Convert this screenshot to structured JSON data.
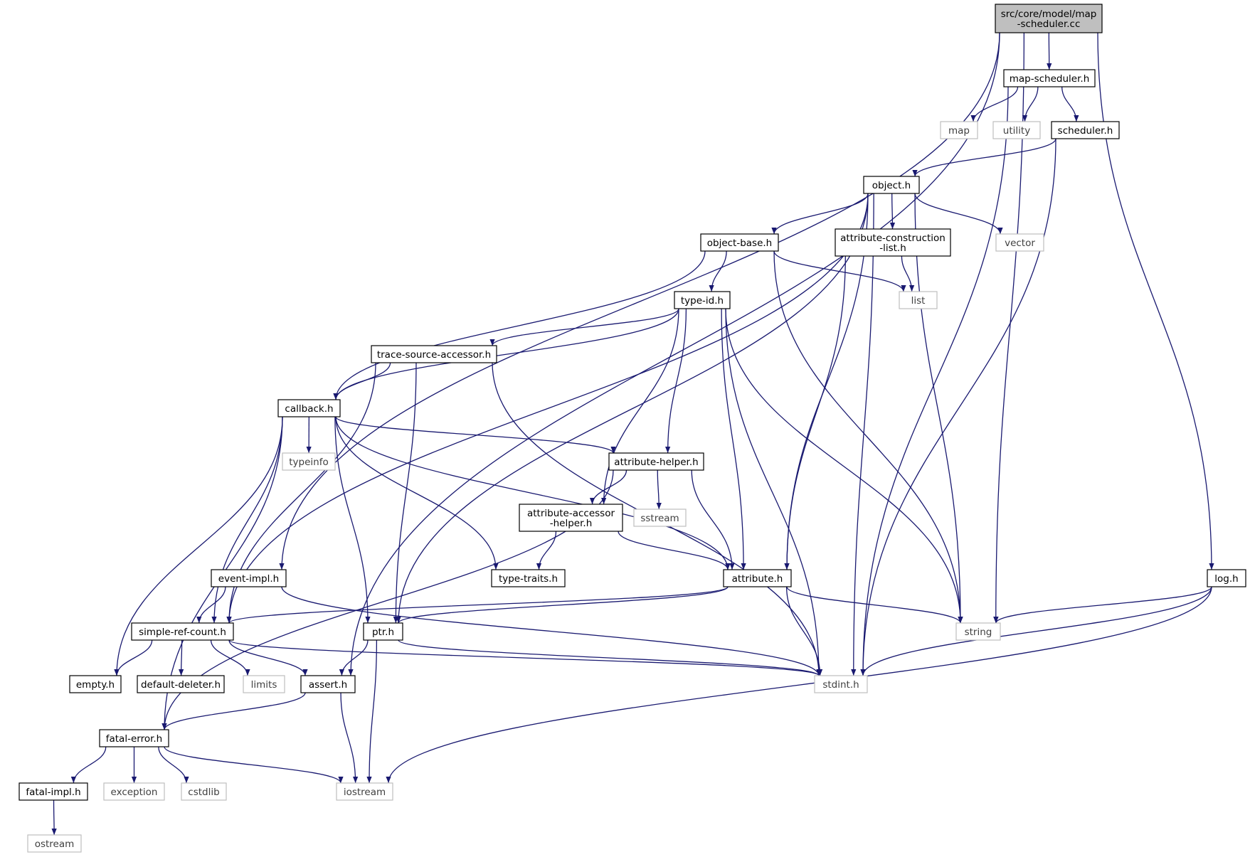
{
  "colors": {
    "edge": "#191970",
    "root_fill": "#bfbfbf",
    "node_border": "#000000",
    "external_border": "#bfbfbf",
    "external_text": "#404040",
    "text": "#000000"
  },
  "nodes": [
    {
      "id": "root",
      "lines": [
        "src/core/model/map",
        "-scheduler.cc"
      ],
      "kind": "root"
    },
    {
      "id": "map-scheduler",
      "lines": [
        "map-scheduler.h"
      ],
      "kind": "internal"
    },
    {
      "id": "map",
      "lines": [
        "map"
      ],
      "kind": "external"
    },
    {
      "id": "utility",
      "lines": [
        "utility"
      ],
      "kind": "external"
    },
    {
      "id": "scheduler",
      "lines": [
        "scheduler.h"
      ],
      "kind": "internal"
    },
    {
      "id": "object",
      "lines": [
        "object.h"
      ],
      "kind": "internal"
    },
    {
      "id": "object-base",
      "lines": [
        "object-base.h"
      ],
      "kind": "internal"
    },
    {
      "id": "attr-construction",
      "lines": [
        "attribute-construction",
        "-list.h"
      ],
      "kind": "internal"
    },
    {
      "id": "vector",
      "lines": [
        "vector"
      ],
      "kind": "external"
    },
    {
      "id": "list",
      "lines": [
        "list"
      ],
      "kind": "external"
    },
    {
      "id": "type-id",
      "lines": [
        "type-id.h"
      ],
      "kind": "internal"
    },
    {
      "id": "trace-source",
      "lines": [
        "trace-source-accessor.h"
      ],
      "kind": "internal"
    },
    {
      "id": "callback",
      "lines": [
        "callback.h"
      ],
      "kind": "internal"
    },
    {
      "id": "typeinfo",
      "lines": [
        "typeinfo"
      ],
      "kind": "external"
    },
    {
      "id": "attr-helper",
      "lines": [
        "attribute-helper.h"
      ],
      "kind": "internal"
    },
    {
      "id": "sstream",
      "lines": [
        "sstream"
      ],
      "kind": "external"
    },
    {
      "id": "attr-accessor",
      "lines": [
        "attribute-accessor",
        "-helper.h"
      ],
      "kind": "internal"
    },
    {
      "id": "event-impl",
      "lines": [
        "event-impl.h"
      ],
      "kind": "internal"
    },
    {
      "id": "type-traits",
      "lines": [
        "type-traits.h"
      ],
      "kind": "internal"
    },
    {
      "id": "attribute",
      "lines": [
        "attribute.h"
      ],
      "kind": "internal"
    },
    {
      "id": "log",
      "lines": [
        "log.h"
      ],
      "kind": "internal"
    },
    {
      "id": "simple-ref",
      "lines": [
        "simple-ref-count.h"
      ],
      "kind": "internal"
    },
    {
      "id": "ptr",
      "lines": [
        "ptr.h"
      ],
      "kind": "internal"
    },
    {
      "id": "string",
      "lines": [
        "string"
      ],
      "kind": "external"
    },
    {
      "id": "empty",
      "lines": [
        "empty.h"
      ],
      "kind": "internal"
    },
    {
      "id": "default-deleter",
      "lines": [
        "default-deleter.h"
      ],
      "kind": "internal"
    },
    {
      "id": "limits",
      "lines": [
        "limits"
      ],
      "kind": "external"
    },
    {
      "id": "assert",
      "lines": [
        "assert.h"
      ],
      "kind": "internal"
    },
    {
      "id": "stdint",
      "lines": [
        "stdint.h"
      ],
      "kind": "external"
    },
    {
      "id": "fatal-error",
      "lines": [
        "fatal-error.h"
      ],
      "kind": "internal"
    },
    {
      "id": "fatal-impl",
      "lines": [
        "fatal-impl.h"
      ],
      "kind": "internal"
    },
    {
      "id": "exception",
      "lines": [
        "exception"
      ],
      "kind": "external"
    },
    {
      "id": "cstdlib",
      "lines": [
        "cstdlib"
      ],
      "kind": "external"
    },
    {
      "id": "iostream",
      "lines": [
        "iostream"
      ],
      "kind": "external"
    },
    {
      "id": "ostream",
      "lines": [
        "ostream"
      ],
      "kind": "external"
    }
  ],
  "edges": [
    {
      "from": "root",
      "to": "map-scheduler"
    },
    {
      "from": "root",
      "to": "string"
    },
    {
      "from": "root",
      "to": "log"
    },
    {
      "from": "root",
      "to": "assert"
    },
    {
      "from": "root",
      "to": "event-impl"
    },
    {
      "from": "map-scheduler",
      "to": "map"
    },
    {
      "from": "map-scheduler",
      "to": "utility"
    },
    {
      "from": "map-scheduler",
      "to": "scheduler"
    },
    {
      "from": "map-scheduler",
      "to": "stdint"
    },
    {
      "from": "scheduler",
      "to": "object"
    },
    {
      "from": "scheduler",
      "to": "stdint"
    },
    {
      "from": "object",
      "to": "object-base"
    },
    {
      "from": "object",
      "to": "attr-construction"
    },
    {
      "from": "object",
      "to": "vector"
    },
    {
      "from": "object",
      "to": "string"
    },
    {
      "from": "object",
      "to": "stdint"
    },
    {
      "from": "object",
      "to": "ptr"
    },
    {
      "from": "object",
      "to": "simple-ref"
    },
    {
      "from": "object",
      "to": "attribute"
    },
    {
      "from": "object-base",
      "to": "type-id"
    },
    {
      "from": "object-base",
      "to": "callback"
    },
    {
      "from": "object-base",
      "to": "list"
    },
    {
      "from": "object-base",
      "to": "string"
    },
    {
      "from": "attr-construction",
      "to": "list"
    },
    {
      "from": "attr-construction",
      "to": "attribute"
    },
    {
      "from": "type-id",
      "to": "trace-source"
    },
    {
      "from": "type-id",
      "to": "callback"
    },
    {
      "from": "type-id",
      "to": "attr-helper"
    },
    {
      "from": "type-id",
      "to": "attr-accessor"
    },
    {
      "from": "type-id",
      "to": "attribute"
    },
    {
      "from": "type-id",
      "to": "stdint"
    },
    {
      "from": "type-id",
      "to": "string"
    },
    {
      "from": "trace-source",
      "to": "callback"
    },
    {
      "from": "trace-source",
      "to": "ptr"
    },
    {
      "from": "trace-source",
      "to": "simple-ref"
    },
    {
      "from": "trace-source",
      "to": "stdint"
    },
    {
      "from": "callback",
      "to": "typeinfo"
    },
    {
      "from": "callback",
      "to": "attr-helper"
    },
    {
      "from": "callback",
      "to": "attribute"
    },
    {
      "from": "callback",
      "to": "type-traits"
    },
    {
      "from": "callback",
      "to": "ptr"
    },
    {
      "from": "callback",
      "to": "simple-ref"
    },
    {
      "from": "callback",
      "to": "empty"
    },
    {
      "from": "callback",
      "to": "fatal-error"
    },
    {
      "from": "attr-helper",
      "to": "attr-accessor"
    },
    {
      "from": "attr-helper",
      "to": "sstream"
    },
    {
      "from": "attr-helper",
      "to": "attribute"
    },
    {
      "from": "attr-helper",
      "to": "fatal-error"
    },
    {
      "from": "attr-accessor",
      "to": "type-traits"
    },
    {
      "from": "attr-accessor",
      "to": "attribute"
    },
    {
      "from": "attribute",
      "to": "string"
    },
    {
      "from": "attribute",
      "to": "ptr"
    },
    {
      "from": "attribute",
      "to": "simple-ref"
    },
    {
      "from": "attribute",
      "to": "stdint"
    },
    {
      "from": "event-impl",
      "to": "simple-ref"
    },
    {
      "from": "event-impl",
      "to": "stdint"
    },
    {
      "from": "log",
      "to": "string"
    },
    {
      "from": "log",
      "to": "stdint"
    },
    {
      "from": "log",
      "to": "iostream"
    },
    {
      "from": "simple-ref",
      "to": "empty"
    },
    {
      "from": "simple-ref",
      "to": "default-deleter"
    },
    {
      "from": "simple-ref",
      "to": "limits"
    },
    {
      "from": "simple-ref",
      "to": "assert"
    },
    {
      "from": "simple-ref",
      "to": "stdint"
    },
    {
      "from": "ptr",
      "to": "assert"
    },
    {
      "from": "ptr",
      "to": "iostream"
    },
    {
      "from": "ptr",
      "to": "stdint"
    },
    {
      "from": "assert",
      "to": "fatal-error"
    },
    {
      "from": "assert",
      "to": "iostream"
    },
    {
      "from": "fatal-error",
      "to": "fatal-impl"
    },
    {
      "from": "fatal-error",
      "to": "exception"
    },
    {
      "from": "fatal-error",
      "to": "cstdlib"
    },
    {
      "from": "fatal-error",
      "to": "iostream"
    },
    {
      "from": "fatal-impl",
      "to": "ostream"
    }
  ]
}
